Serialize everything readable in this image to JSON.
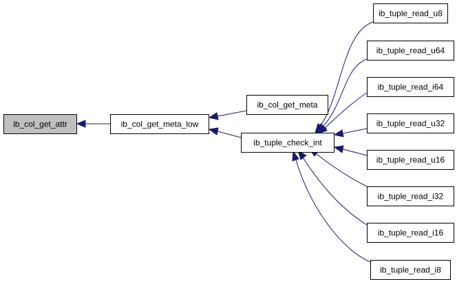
{
  "colors": {
    "focus_fill": "#bfbfbf",
    "node_fill": "#ffffff",
    "node_border": "#000000",
    "edge": "#191970"
  },
  "nodes": {
    "ib_col_get_attr": "ib_col_get_attr",
    "ib_col_get_meta_low": "ib_col_get_meta_low",
    "ib_col_get_meta": "ib_col_get_meta",
    "ib_tuple_check_int": "ib_tuple_check_int",
    "ib_tuple_read_u8": "ib_tuple_read_u8",
    "ib_tuple_read_u64": "ib_tuple_read_u64",
    "ib_tuple_read_i64": "ib_tuple_read_i64",
    "ib_tuple_read_u32": "ib_tuple_read_u32",
    "ib_tuple_read_u16": "ib_tuple_read_u16",
    "ib_tuple_read_i32": "ib_tuple_read_i32",
    "ib_tuple_read_i16": "ib_tuple_read_i16",
    "ib_tuple_read_i8": "ib_tuple_read_i8"
  },
  "edges": [
    {
      "from": "ib_col_get_meta_low",
      "to": "ib_col_get_attr"
    },
    {
      "from": "ib_col_get_meta",
      "to": "ib_col_get_meta_low"
    },
    {
      "from": "ib_tuple_check_int",
      "to": "ib_col_get_meta_low"
    },
    {
      "from": "ib_tuple_read_u8",
      "to": "ib_tuple_check_int"
    },
    {
      "from": "ib_tuple_read_u64",
      "to": "ib_tuple_check_int"
    },
    {
      "from": "ib_tuple_read_i64",
      "to": "ib_tuple_check_int"
    },
    {
      "from": "ib_tuple_read_u32",
      "to": "ib_tuple_check_int"
    },
    {
      "from": "ib_tuple_read_u16",
      "to": "ib_tuple_check_int"
    },
    {
      "from": "ib_tuple_read_i32",
      "to": "ib_tuple_check_int"
    },
    {
      "from": "ib_tuple_read_i16",
      "to": "ib_tuple_check_int"
    },
    {
      "from": "ib_tuple_read_i8",
      "to": "ib_tuple_check_int"
    }
  ]
}
